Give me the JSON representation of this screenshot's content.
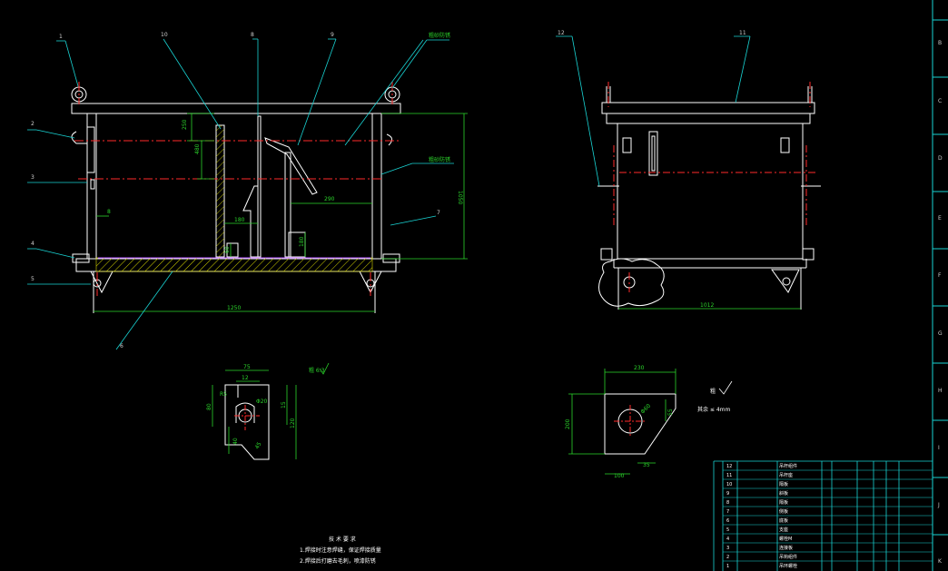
{
  "colors": {
    "background": "#000000",
    "outline": "#ffffff",
    "dimension": "#2bd52b",
    "leader": "#19d3d3",
    "centerline": "#ff2a2a",
    "hatch": "#d6d600",
    "weld": "#b04cff",
    "border": "#19d3d3"
  },
  "border_letters": [
    "B",
    "C",
    "D",
    "E",
    "F",
    "G",
    "H",
    "I",
    "J",
    "K"
  ],
  "front_view": {
    "balloons": [
      "1",
      "2",
      "3",
      "4",
      "5",
      "6",
      "7",
      "8",
      "9",
      "10",
      "粗砂防锈"
    ],
    "side_label": "粗砂防锈",
    "dims": {
      "d250": "250",
      "d480": "480",
      "d1050": "1050",
      "d290": "290",
      "d180a": "180",
      "d180b": "180",
      "d60": "60",
      "d1250": "1250",
      "d8": "8"
    }
  },
  "side_view": {
    "balloons": [
      "12",
      "11"
    ],
    "dims": {
      "d1012": "1012"
    }
  },
  "detail_left": {
    "dims": {
      "d75": "75",
      "d12": "12",
      "d80": "80",
      "d15": "15",
      "d120": "120",
      "d40": "40",
      "dphi20": "Φ20",
      "dr": "R5",
      "d45": "45"
    },
    "roughness": "粗 6.3"
  },
  "detail_right": {
    "dims": {
      "d230": "230",
      "d200": "200",
      "d100": "100",
      "d35": "35",
      "dphi": "Φ60",
      "d55": "55"
    },
    "roughness": "粗",
    "note": "其余 ≤ 4mm"
  },
  "tech_notes": {
    "title": "技 术 要 求",
    "line1": "1.焊接时注意焊缝，保证焊接质量",
    "line2": "2.焊接后打磨去毛刺，喷漆防锈"
  },
  "bom": {
    "rows": [
      {
        "no": "12",
        "name": "吊杆组件"
      },
      {
        "no": "11",
        "name": "吊杆座"
      },
      {
        "no": "10",
        "name": "隔板"
      },
      {
        "no": "9",
        "name": "斜板"
      },
      {
        "no": "8",
        "name": "隔板"
      },
      {
        "no": "7",
        "name": "侧板"
      },
      {
        "no": "6",
        "name": "底板"
      },
      {
        "no": "5",
        "name": "支座"
      },
      {
        "no": "4",
        "name": "螺栓M"
      },
      {
        "no": "3",
        "name": "连接板"
      },
      {
        "no": "2",
        "name": "吊钩组件"
      },
      {
        "no": "1",
        "name": "吊环螺栓"
      }
    ]
  }
}
